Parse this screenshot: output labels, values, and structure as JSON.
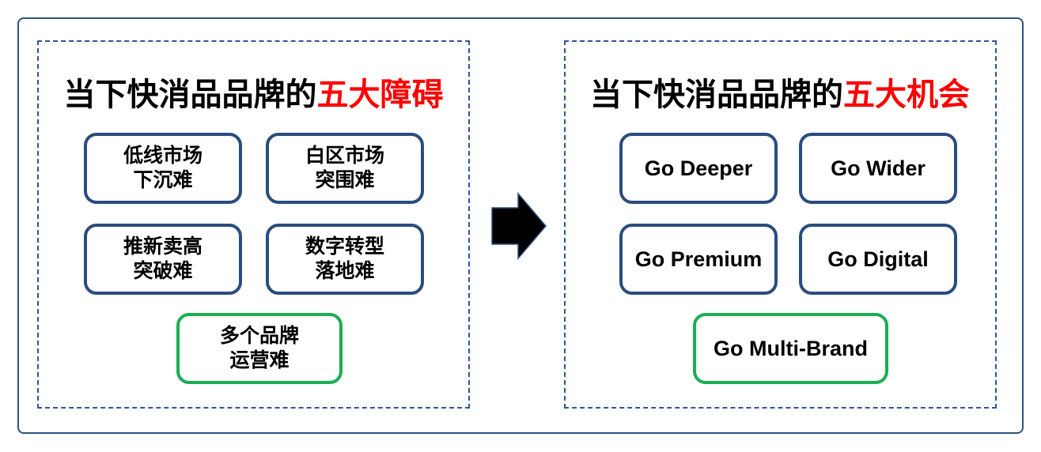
{
  "diagram": {
    "left_panel": {
      "title": {
        "black": "当下快消品品牌的",
        "red": "五大障碍"
      },
      "boxes": [
        {
          "line1": "低线市场",
          "line2": "下沉难"
        },
        {
          "line1": "白区市场",
          "line2": "突围难"
        },
        {
          "line1": "推新卖高",
          "line2": "突破难"
        },
        {
          "line1": "数字转型",
          "line2": "落地难"
        },
        {
          "line1": "多个品牌",
          "line2": "运营难"
        }
      ]
    },
    "right_panel": {
      "title": {
        "black": "当下快消品品牌的",
        "red": "五大机会"
      },
      "boxes": [
        {
          "label": "Go Deeper"
        },
        {
          "label": "Go Wider"
        },
        {
          "label": "Go Premium"
        },
        {
          "label": "Go Digital"
        },
        {
          "label": "Go Multi-Brand"
        }
      ]
    },
    "icons": {
      "arrow": "right-arrow"
    },
    "colors": {
      "outer_border": "#2E527F",
      "panel_dashed_border": "#2F5597",
      "box_blue_border": "#2B4C7E",
      "box_green_border": "#1BAE53",
      "title_highlight_red": "#FF0000",
      "arrow_fill": "#000000"
    }
  }
}
